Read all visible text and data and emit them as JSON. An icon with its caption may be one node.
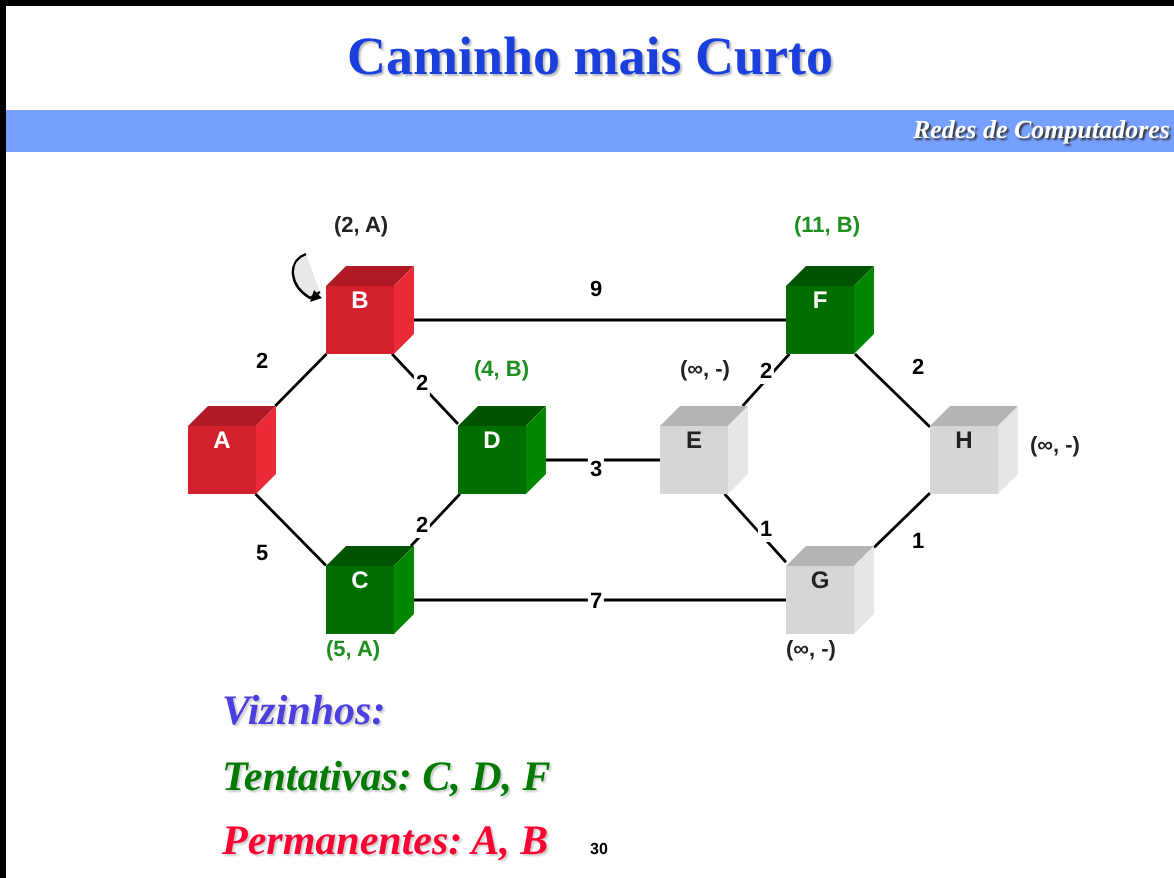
{
  "diagram": {
    "title": "Caminho mais Curto",
    "nodes": [
      {
        "text": [
          "A"
        ]
      },
      {
        "text": [
          "B"
        ],
        "beside": [
          "(2, A)"
        ]
      },
      {
        "text": [
          "C"
        ],
        "beside": [
          "(5, A)"
        ]
      },
      {
        "text": [
          "D"
        ],
        "beside": [
          "(4, B)"
        ]
      },
      {
        "text": [
          "E"
        ],
        "beside": [
          "(∞, -)"
        ]
      },
      {
        "text": [
          "F"
        ],
        "beside": [
          "(11, B)"
        ]
      },
      {
        "text": [
          "G"
        ],
        "beside": [
          "(∞, -)"
        ]
      },
      {
        "text": [
          "H"
        ],
        "beside": [
          "(∞, -)"
        ]
      }
    ],
    "edges": [
      {
        "from": 0,
        "to": 1,
        "arrow": "none",
        "label": "2"
      },
      {
        "from": 0,
        "to": 2,
        "arrow": "none",
        "label": "5"
      },
      {
        "from": 1,
        "to": 3,
        "arrow": "none",
        "label": "2"
      },
      {
        "from": 1,
        "to": 5,
        "arrow": "none",
        "label": "9"
      },
      {
        "from": 2,
        "to": 3,
        "arrow": "none",
        "label": "2"
      },
      {
        "from": 2,
        "to": 6,
        "arrow": "none",
        "label": "7"
      },
      {
        "from": 3,
        "to": 4,
        "arrow": "none",
        "label": "3"
      },
      {
        "from": 4,
        "to": 5,
        "arrow": "none",
        "label": "2"
      },
      {
        "from": 4,
        "to": 6,
        "arrow": "none",
        "label": "1"
      },
      {
        "from": 5,
        "to": 7,
        "arrow": "none",
        "label": "2"
      },
      {
        "from": 6,
        "to": 7,
        "arrow": "none",
        "label": "1"
      }
    ],
    "labels": [
      "Redes de Computadores",
      "Vizinhos:",
      "Tentativas: C, D, F",
      "Permanentes: A, B",
      "30"
    ]
  }
}
